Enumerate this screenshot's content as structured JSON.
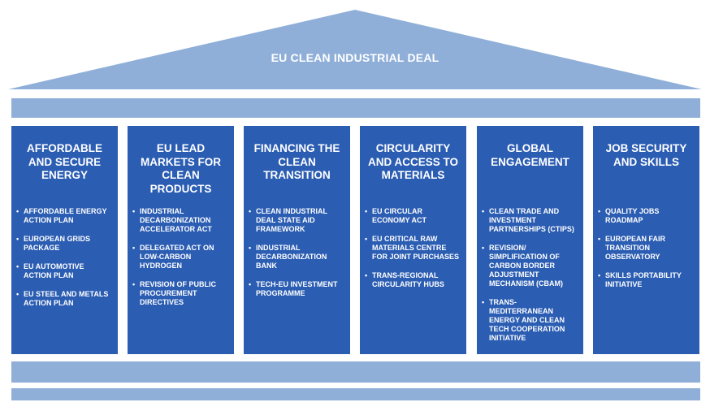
{
  "title": "EU CLEAN INDUSTRIAL DEAL",
  "colors": {
    "roof": "#8fafd9",
    "pillar": "#2b5db3",
    "text": "#ffffff"
  },
  "pillars": [
    {
      "title": "AFFORDABLE AND SECURE ENERGY",
      "items": [
        "AFFORDABLE ENERGY ACTION PLAN",
        "EUROPEAN GRIDS PACKAGE",
        "EU AUTOMOTIVE ACTION PLAN",
        "EU STEEL AND METALS ACTION PLAN"
      ]
    },
    {
      "title": "EU LEAD MARKETS FOR CLEAN PRODUCTS",
      "items": [
        "INDUSTRIAL DECARBONIZATION ACCELERATOR ACT",
        "DELEGATED ACT ON LOW-CARBON HYDROGEN",
        "REVISION OF PUBLIC PROCUREMENT DIRECTIVES"
      ]
    },
    {
      "title": "FINANCING THE CLEAN TRANSITION",
      "items": [
        "CLEAN INDUSTRIAL DEAL STATE AID FRAMEWORK",
        "INDUSTRIAL DECARBONIZATION BANK",
        "TECH-EU INVESTMENT PROGRAMME"
      ]
    },
    {
      "title": "CIRCULARITY AND ACCESS TO MATERIALS",
      "items": [
        "EU CIRCULAR ECONOMY ACT",
        "EU CRITICAL RAW MATERIALS CENTRE FOR JOINT PURCHASES",
        "TRANS-REGIONAL CIRCULARITY HUBS"
      ]
    },
    {
      "title": "GLOBAL ENGAGEMENT",
      "items": [
        "CLEAN TRADE AND INVESTMENT PARTNERSHIPS (CTIPS)",
        "REVISION/ SIMPLIFICATION OF CARBON BORDER ADJUSTMENT MECHANISM (CBAM)",
        "TRANS-MEDITERRANEAN ENERGY AND CLEAN TECH COOPERATION INITIATIVE"
      ]
    },
    {
      "title": "JOB SECURITY AND SKILLS",
      "items": [
        "QUALITY JOBS ROADMAP",
        "EUROPEAN FAIR TRANSITION OBSERVATORY",
        "SKILLS PORTABILITY INITIATIVE"
      ]
    }
  ]
}
